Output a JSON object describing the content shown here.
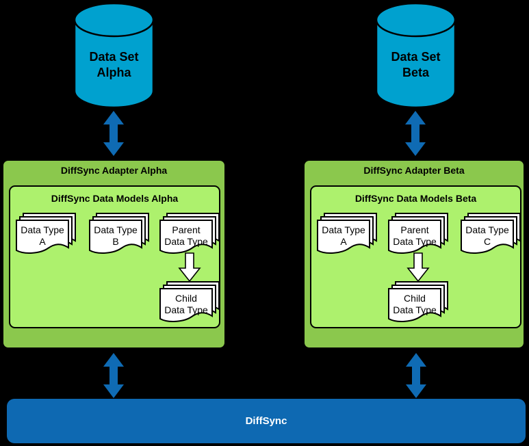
{
  "colors": {
    "background": "#000000",
    "cylinder": "#00a1cf",
    "adapter_outer": "#8bc84d",
    "adapter_inner": "#adf16d",
    "doc_fill": "#ffffff",
    "outline": "#000000",
    "arrow_blue": "#0f6bb4",
    "bar_blue": "#0e69b2",
    "text_dark": "#000000",
    "text_light": "#ffffff"
  },
  "datasets": [
    {
      "label": "Data Set\nAlpha"
    },
    {
      "label": "Data Set\nBeta"
    }
  ],
  "adapters": [
    {
      "title": "DiffSync Adapter Alpha",
      "models_title": "DiffSync Data Models Alpha",
      "doc_stacks": [
        {
          "label": "Data Type\nA"
        },
        {
          "label": "Data Type\nB"
        },
        {
          "label": "Parent\nData Type"
        },
        {
          "label": "Child\nData Type"
        }
      ]
    },
    {
      "title": "DiffSync Adapter Beta",
      "models_title": "DiffSync Data Models Beta",
      "doc_stacks": [
        {
          "label": "Data Type\nA"
        },
        {
          "label": "Parent\nData Type"
        },
        {
          "label": "Data Type\nC"
        },
        {
          "label": "Child\nData Type"
        }
      ]
    }
  ],
  "bus": {
    "label": "DiffSync"
  }
}
